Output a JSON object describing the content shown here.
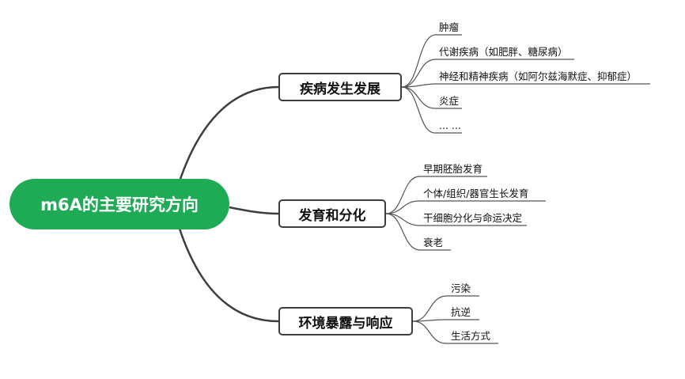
{
  "mindmap": {
    "root": "m6A的主要研究方向",
    "branches": [
      {
        "label": "疾病发生发展",
        "children": [
          "肿瘤",
          "代谢疾病（如肥胖、糖尿病）",
          "神经和精神疾病（如阿尔兹海默症、抑郁症）",
          "炎症",
          "... ..."
        ]
      },
      {
        "label": "发育和分化",
        "children": [
          "早期胚胎发育",
          "个体/组织/器官生长发育",
          "干细胞分化与命运决定",
          "衰老"
        ]
      },
      {
        "label": "环境暴露与响应",
        "children": [
          "污染",
          "抗逆",
          "生活方式"
        ]
      }
    ]
  },
  "colors": {
    "root_fill": "#1faa55",
    "branch_border": "#3d3d3d",
    "connector": "#3d3d3d",
    "leaf_underline": "#555555"
  }
}
